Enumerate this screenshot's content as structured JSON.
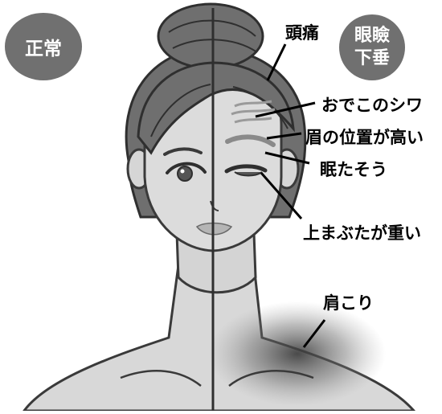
{
  "badges": {
    "normal": "正常",
    "ptosis_line1": "眼瞼",
    "ptosis_line2": "下垂"
  },
  "labels": {
    "headache": "頭痛",
    "forehead_wrinkles": "おでこのシワ",
    "high_eyebrows": "眉の位置が高い",
    "sleepy": "眠たそう",
    "heavy_eyelids": "上まぶたが重い",
    "stiff_shoulders": "肩こり"
  },
  "colors": {
    "badge_bg": "#707070",
    "hair": "#6d6d6d",
    "skin": "#dcdcdc",
    "outline": "#3a3a3a",
    "shadow": "#555555"
  }
}
